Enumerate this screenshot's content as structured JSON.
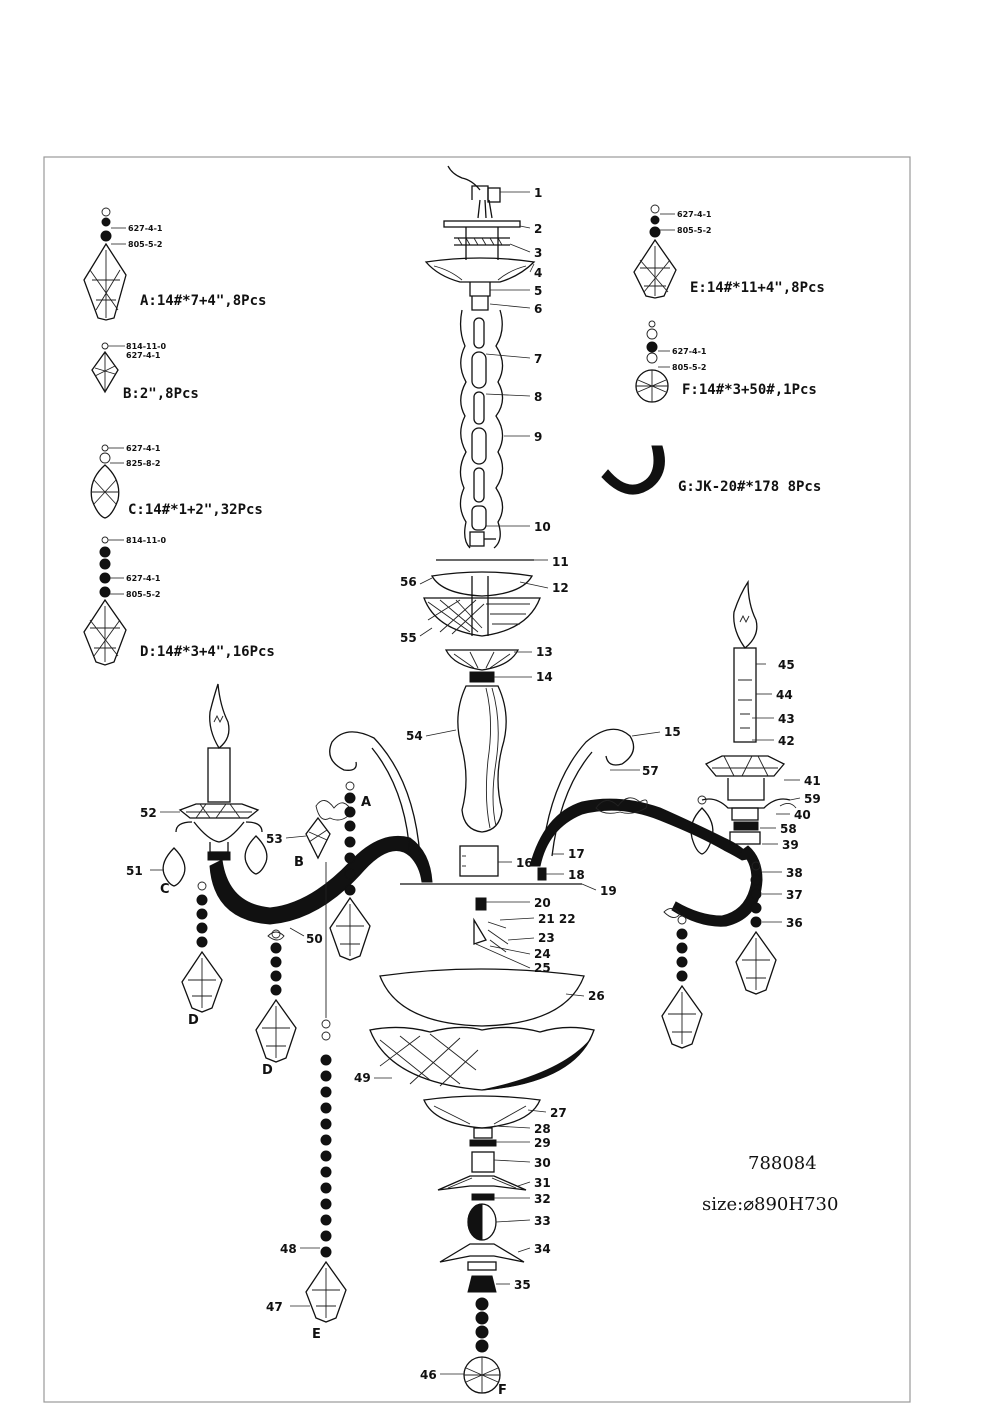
{
  "drawing": {
    "model_number": "788084",
    "size": "size:⌀890H730"
  },
  "crystal_specs": {
    "A": {
      "codes": [
        "627-4-1",
        "805-5-2"
      ],
      "text": "A:14#*7+4\",8Pcs"
    },
    "B": {
      "codes": [
        "814-11-0",
        "627-4-1"
      ],
      "text": "B:2\",8Pcs"
    },
    "C": {
      "codes": [
        "627-4-1",
        "825-8-2"
      ],
      "text": "C:14#*1+2\",32Pcs"
    },
    "D": {
      "codes": [
        "814-11-0",
        "627-4-1",
        "805-5-2"
      ],
      "text": "D:14#*3+4\",16Pcs"
    },
    "E": {
      "codes": [
        "627-4-1",
        "805-5-2"
      ],
      "text": "E:14#*11+4\",8Pcs"
    },
    "F": {
      "codes": [
        "627-4-1",
        "805-5-2"
      ],
      "text": "F:14#*3+50#,1Pcs"
    },
    "G": {
      "text": "G:JK-20#*178  8Pcs"
    }
  },
  "part_numbers": [
    "1",
    "2",
    "3",
    "4",
    "5",
    "6",
    "7",
    "8",
    "9",
    "10",
    "11",
    "12",
    "13",
    "14",
    "15",
    "16",
    "17",
    "18",
    "19",
    "20",
    "21 22",
    "23",
    "24",
    "25",
    "26",
    "27",
    "28",
    "29",
    "30",
    "31",
    "32",
    "33",
    "34",
    "35",
    "36",
    "37",
    "38",
    "39",
    "40",
    "41",
    "42",
    "43",
    "44",
    "45",
    "46",
    "47",
    "48",
    "49",
    "50",
    "51",
    "52",
    "53",
    "54",
    "55",
    "56",
    "57",
    "58",
    "59"
  ],
  "pendant_letters": [
    "A",
    "B",
    "C",
    "D",
    "D",
    "E",
    "F"
  ]
}
